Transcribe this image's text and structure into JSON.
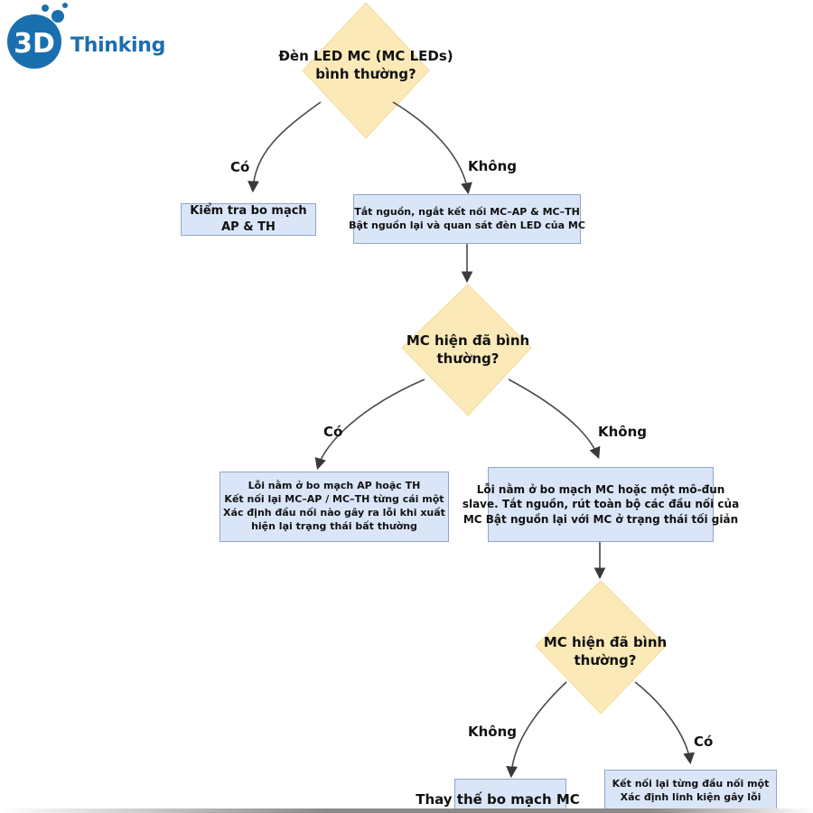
{
  "logo": {
    "text": "Thinking",
    "mark_text": "3D"
  },
  "decisions": [
    {
      "line1": "Đèn LED MC (MC LEDs)",
      "line2": "bình thường?"
    },
    {
      "line1": "MC hiện đã bình",
      "line2": "thường?"
    },
    {
      "line1": "MC hiện đã bình",
      "line2": "thường?"
    }
  ],
  "boxes": {
    "check_ap_th": {
      "line1": "Kiểm tra bo mạch",
      "line2": "AP & TH"
    },
    "power_off": {
      "line1": "Tắt nguồn, ngắt kết nối MC–AP & MC–TH",
      "line2": "Bật nguồn lại và quan sát đèn LED của MC"
    },
    "fault_ap_th": {
      "line1": "Lỗi nằm ở bo mạch AP hoặc TH",
      "line2": "Kết nối lại MC–AP / MC–TH từng cái một",
      "line3": "Xác định đầu nối nào gây ra lỗi khi xuất",
      "line4": "hiện lại trạng thái bất thường"
    },
    "fault_mc": {
      "line1": "Lỗi nằm ở bo mạch MC hoặc một mô-đun",
      "line2": "slave. Tắt nguồn, rút toàn bộ các đầu nối của",
      "line3": "MC Bật nguồn lại với MC ở trạng thái tối giản"
    },
    "replace_mc": {
      "text": "Thay thế bo mạch MC"
    },
    "reconnect": {
      "line1": "Kết nối lại từng đầu nối một",
      "line2": "Xác định linh kiện gây lỗi"
    }
  },
  "labels": {
    "yes1": "Có",
    "no1": "Không",
    "yes2": "Có",
    "no2": "Không",
    "no3": "Không",
    "yes3": "Có"
  },
  "colors": {
    "diamond": "#fbeab8",
    "box": "#dae6f8",
    "box_border": "#8ea7c9",
    "wire": "#4a4a4a",
    "logo": "#1a6fae"
  }
}
